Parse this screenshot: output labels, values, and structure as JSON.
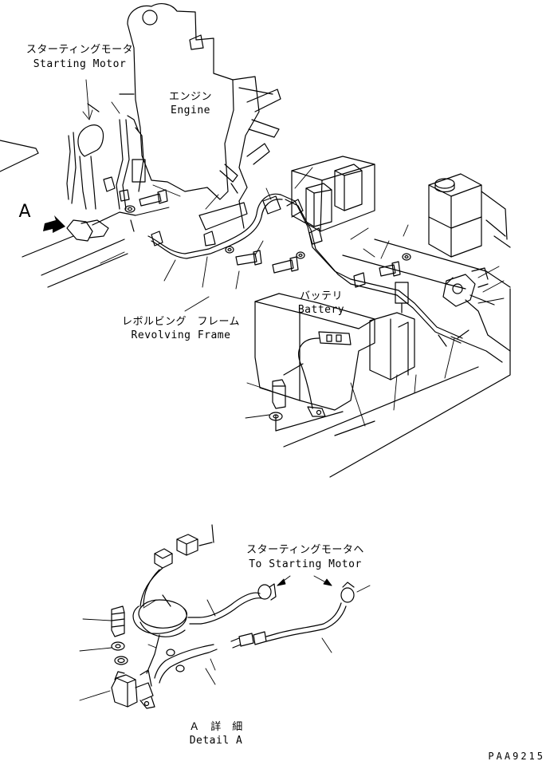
{
  "labels": {
    "starting_motor_jp": "スターティングモータ",
    "starting_motor_en": "Starting Motor",
    "engine_jp": "エンジン",
    "engine_en": "Engine",
    "view_marker": "A",
    "battery_jp": "バッテリ",
    "battery_en": "Battery",
    "revolving_frame_jp": "レボルビング　フレーム",
    "revolving_frame_en": "Revolving Frame",
    "to_starting_motor_jp": "スターティングモータヘ",
    "to_starting_motor_en": "To Starting Motor",
    "detail_jp": "Ａ　詳　細",
    "detail_en": "Detail A",
    "drawing_code": "PAA9215"
  }
}
